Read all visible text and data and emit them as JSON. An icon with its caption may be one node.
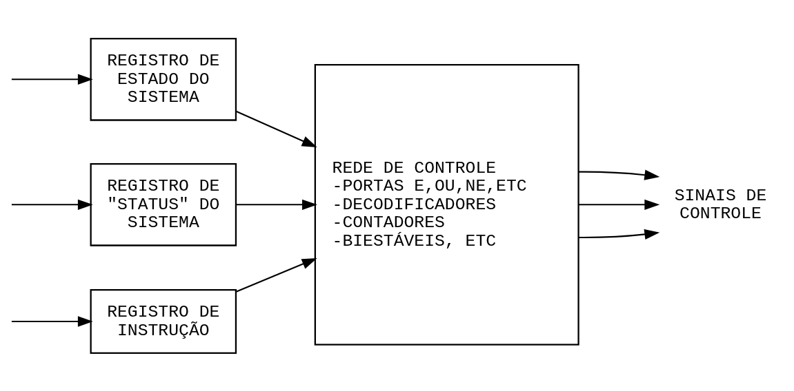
{
  "diagram": {
    "nodes": [
      {
        "text": [
          "REGISTRO DE INSTRUÇÃO"
        ]
      },
      {
        "text": [
          "REGISTRO DE ESTADO DO SISTEMA"
        ]
      },
      {
        "text": [
          "REGISTRO DE \"STATUS\" DO SISTEMA"
        ]
      },
      {
        "text": [
          "REDE DE CONTROLE",
          "-PORTAS E,OU,NE,ETC",
          "-DECODIFICADORES",
          "-CONTADORES",
          "-BIESTÁVEIS, ETC"
        ]
      },
      {
        "text": [
          "SINAIS DE CONTROLE"
        ]
      }
    ],
    "edges": [
      {
        "from": null,
        "to": 0,
        "arrow": "to"
      },
      {
        "from": 0,
        "to": 3,
        "arrow": "to"
      },
      {
        "from": null,
        "to": 1,
        "arrow": "to"
      },
      {
        "from": 1,
        "to": 3,
        "arrow": "to"
      },
      {
        "from": null,
        "to": 2,
        "arrow": "to"
      },
      {
        "from": 2,
        "to": 3,
        "arrow": "to"
      },
      {
        "from": 3,
        "to": 4,
        "arrow": "to"
      },
      {
        "from": 3,
        "to": 4,
        "arrow": "to"
      },
      {
        "from": 3,
        "to": 4,
        "arrow": "to"
      }
    ]
  }
}
